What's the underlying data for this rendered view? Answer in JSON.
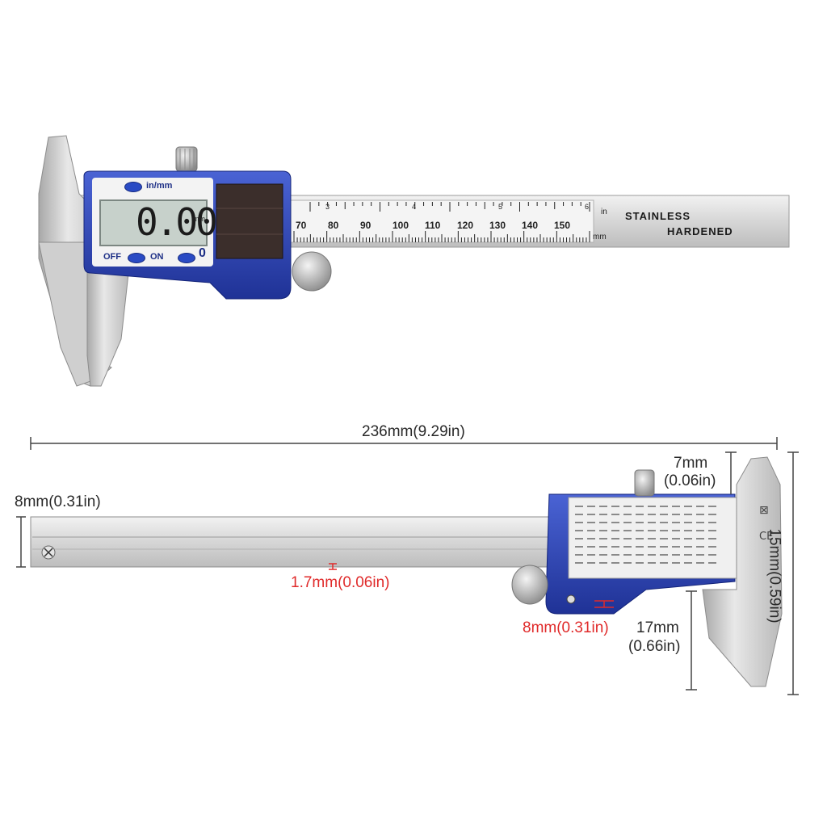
{
  "caliper": {
    "display_value": "0.00",
    "display_unit": "mm",
    "buttons": {
      "in_mm": "in/mm",
      "off": "OFF",
      "on": "ON",
      "zero": "0"
    },
    "scale_mm_labels": [
      "70",
      "80",
      "90",
      "100",
      "110",
      "120",
      "130",
      "140",
      "150"
    ],
    "scale_in_labels": [
      "3",
      "4",
      "5",
      "6"
    ],
    "scale_in_unit": "in",
    "scale_mm_unit": "mm",
    "stamp_line1": "STAINLESS",
    "stamp_line2": "HARDENED"
  },
  "dimensions": {
    "total_length": "236mm(9.29in)",
    "beam_height": "8mm(0.31in)",
    "depth_rod": "1.7mm(0.06in)",
    "slider_bottom": "8mm(0.31in)",
    "upper_jaw_1": "7mm",
    "upper_jaw_2": "(0.06in)",
    "lower_jaw_1": "17mm",
    "lower_jaw_2": "(0.66in)",
    "total_height": "15mm(0.59in)"
  },
  "colors": {
    "body_blue": "#2f47b8",
    "lcd": "#c7d1cb",
    "steel": "#dcdcdc",
    "red_annotation": "#e02a2a"
  }
}
